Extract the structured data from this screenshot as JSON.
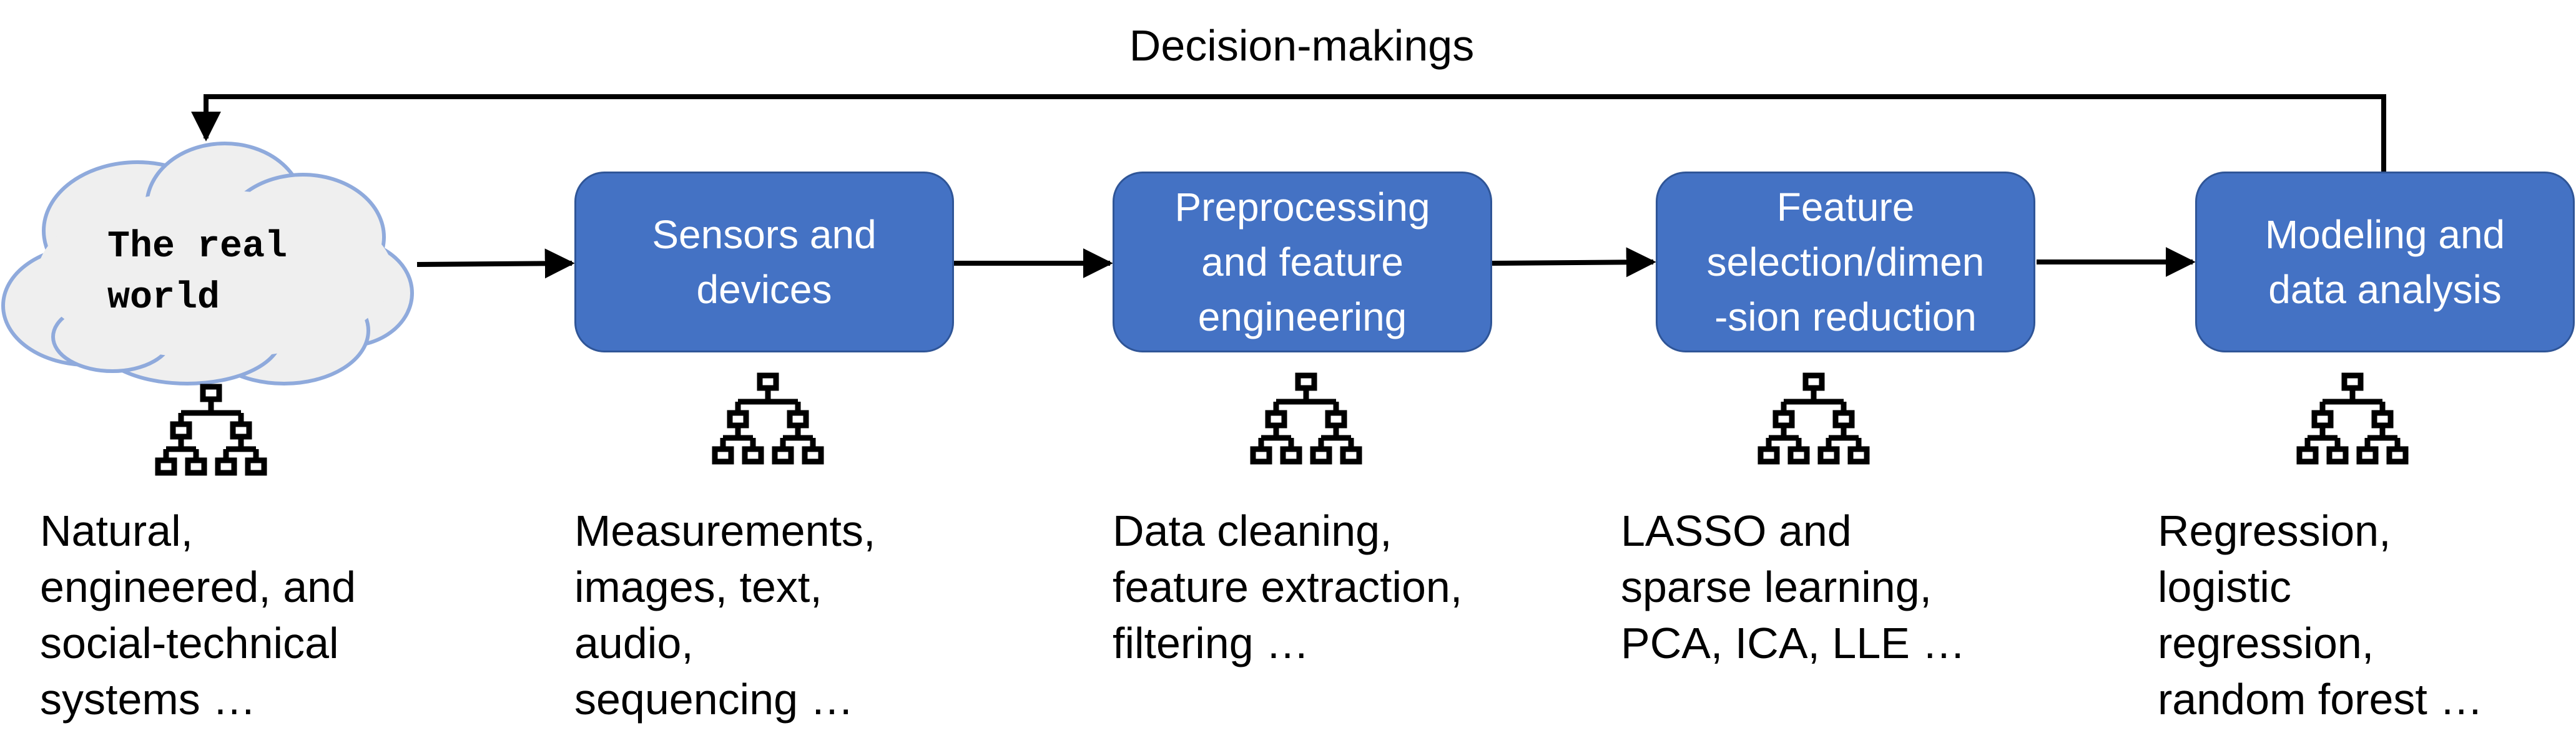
{
  "feedback_label": "Decision-makings",
  "cloud": {
    "label": "The real\nworld"
  },
  "stages": [
    {
      "label": "Sensors and\ndevices"
    },
    {
      "label": "Preprocessing\nand feature\nengineering"
    },
    {
      "label": "Feature\nselection/dimen\n-sion reduction"
    },
    {
      "label": "Modeling and\ndata analysis"
    }
  ],
  "descriptions": [
    "Natural,\nengineered, and\nsocial-technical\nsystems …",
    "Measurements,\nimages, text,\naudio,\nsequencing …",
    "Data cleaning,\nfeature extraction,\nfiltering …",
    "LASSO and\nsparse learning,\nPCA, ICA, LLE …",
    "Regression,\nlogistic\nregression,\nrandom forest …"
  ],
  "colors": {
    "box_fill": "#4472C4",
    "box_border": "#2F5597",
    "cloud_fill": "#EFEFEF",
    "cloud_border": "#8FAADC"
  },
  "icons": [
    "hierarchy-icon",
    "hierarchy-icon",
    "hierarchy-icon",
    "hierarchy-icon",
    "hierarchy-icon"
  ]
}
